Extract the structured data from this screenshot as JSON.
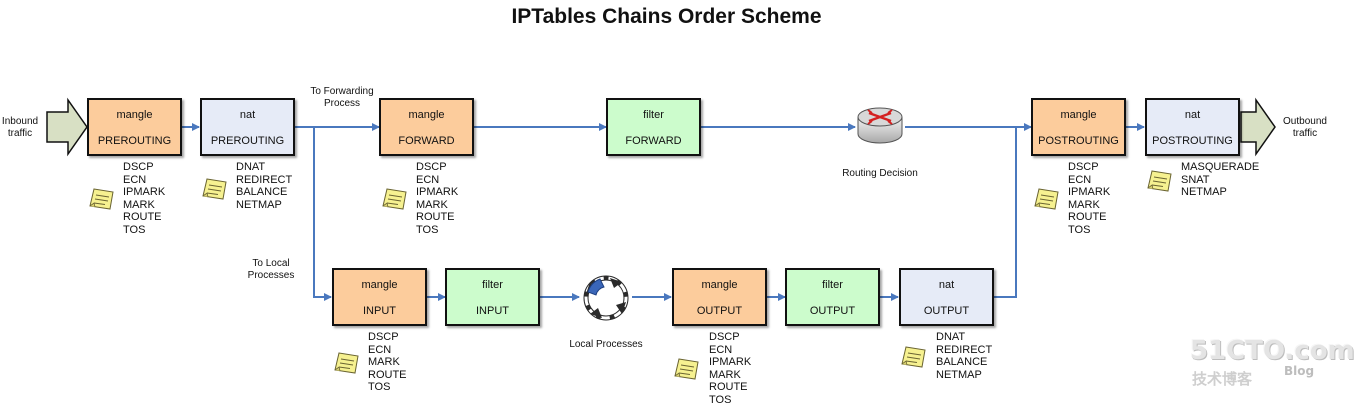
{
  "title": "IPTables Chains Order Scheme",
  "colors": {
    "mangle": "#fccc9c",
    "nat": "#e6ebf7",
    "filter": "#ccfccc",
    "arrow": "#4a78be",
    "fat_arrow": "#d8e0c4"
  },
  "boxes": {
    "mangle_prerouting": {
      "table": "mangle",
      "chain": "PREROUTING",
      "options": [
        "DSCP",
        "ECN",
        "IPMARK",
        "MARK",
        "ROUTE",
        "TOS"
      ]
    },
    "nat_prerouting": {
      "table": "nat",
      "chain": "PREROUTING",
      "options": [
        "DNAT",
        "REDIRECT",
        "BALANCE",
        "NETMAP"
      ]
    },
    "mangle_forward": {
      "table": "mangle",
      "chain": "FORWARD",
      "options": [
        "DSCP",
        "ECN",
        "IPMARK",
        "MARK",
        "ROUTE",
        "TOS"
      ]
    },
    "filter_forward": {
      "table": "filter",
      "chain": "FORWARD"
    },
    "mangle_postrouting": {
      "table": "mangle",
      "chain": "POSTROUTING",
      "options": [
        "DSCP",
        "ECN",
        "IPMARK",
        "MARK",
        "ROUTE",
        "TOS"
      ]
    },
    "nat_postrouting": {
      "table": "nat",
      "chain": "POSTROUTING",
      "options": [
        "MASQUERADE",
        "SNAT",
        "NETMAP"
      ]
    },
    "mangle_input": {
      "table": "mangle",
      "chain": "INPUT",
      "options": [
        "DSCP",
        "ECN",
        "MARK",
        "ROUTE",
        "TOS"
      ]
    },
    "filter_input": {
      "table": "filter",
      "chain": "INPUT"
    },
    "mangle_output": {
      "table": "mangle",
      "chain": "OUTPUT",
      "options": [
        "DSCP",
        "ECN",
        "IPMARK",
        "MARK",
        "ROUTE",
        "TOS"
      ]
    },
    "filter_output": {
      "table": "filter",
      "chain": "OUTPUT"
    },
    "nat_output": {
      "table": "nat",
      "chain": "OUTPUT",
      "options": [
        "DNAT",
        "REDIRECT",
        "BALANCE",
        "NETMAP"
      ]
    }
  },
  "labels": {
    "inbound": [
      "Inbound",
      "traffic"
    ],
    "outbound": [
      "Outbound",
      "traffic"
    ],
    "to_forwarding": [
      "To Forwarding",
      "Process"
    ],
    "to_local": [
      "To Local",
      "Processes"
    ],
    "routing_decision": "Routing Decision",
    "local_processes": "Local Processes"
  },
  "watermark": {
    "line1": "51CTO.com",
    "line2": "技术博客",
    "line3": "Blog"
  }
}
